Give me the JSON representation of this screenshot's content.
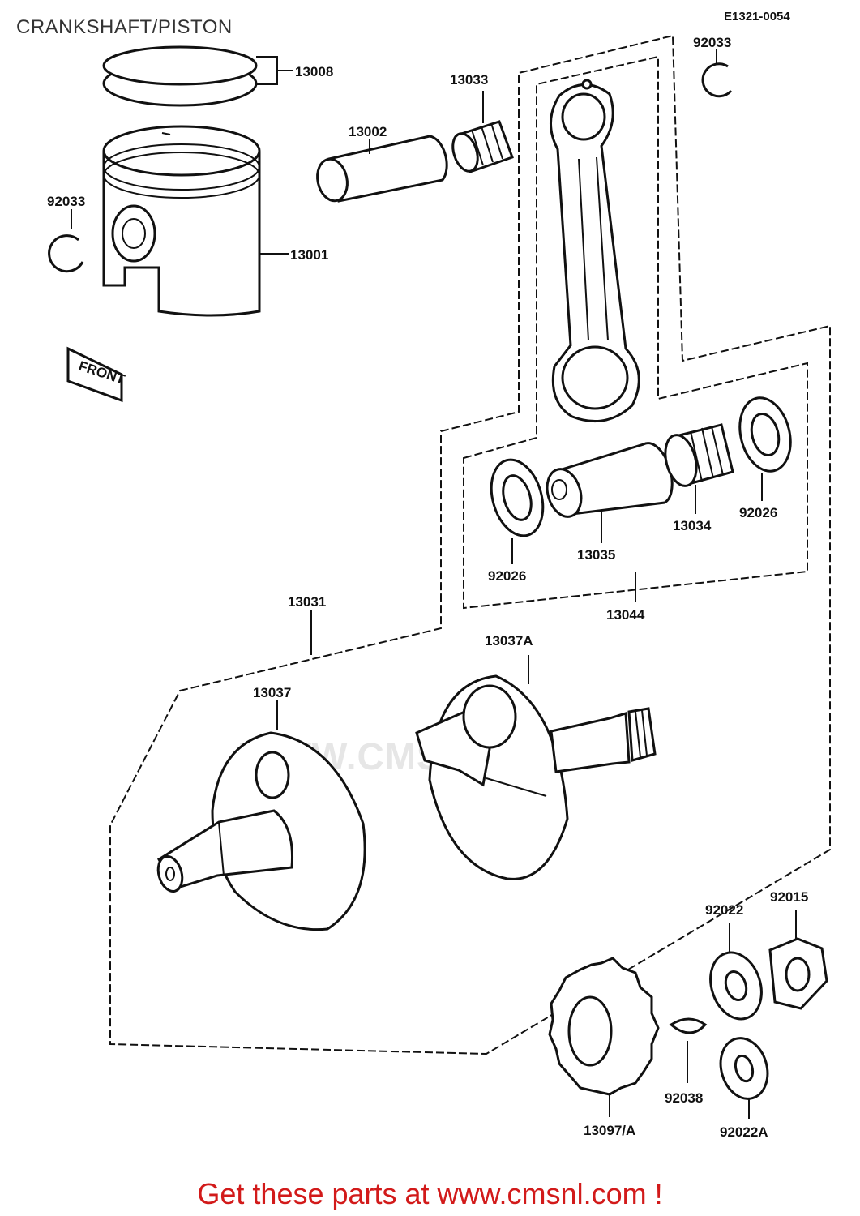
{
  "page": {
    "title": "CRANKSHAFT/PISTON",
    "diagram_code": "E1321-0054",
    "footer": "Get these parts at www.cmsnl.com !",
    "watermark": "WWW.CMSNL.COM",
    "front_marker": "FRONT"
  },
  "labels": {
    "p13008": "13008",
    "p13033": "13033",
    "p92033_top": "92033",
    "p13002": "13002",
    "p92033_left": "92033",
    "p13001": "13001",
    "p92026_left": "92026",
    "p13035": "13035",
    "p13034": "13034",
    "p92026_right": "92026",
    "p13044": "13044",
    "p13031": "13031",
    "p13037A": "13037A",
    "p13037": "13037",
    "p92022": "92022",
    "p92015": "92015",
    "p92038": "92038",
    "p13097A": "13097/A",
    "p92022A": "92022A"
  },
  "colors": {
    "footer": "#d21a1a",
    "line": "#111111",
    "watermark": "#e6e6e6"
  }
}
